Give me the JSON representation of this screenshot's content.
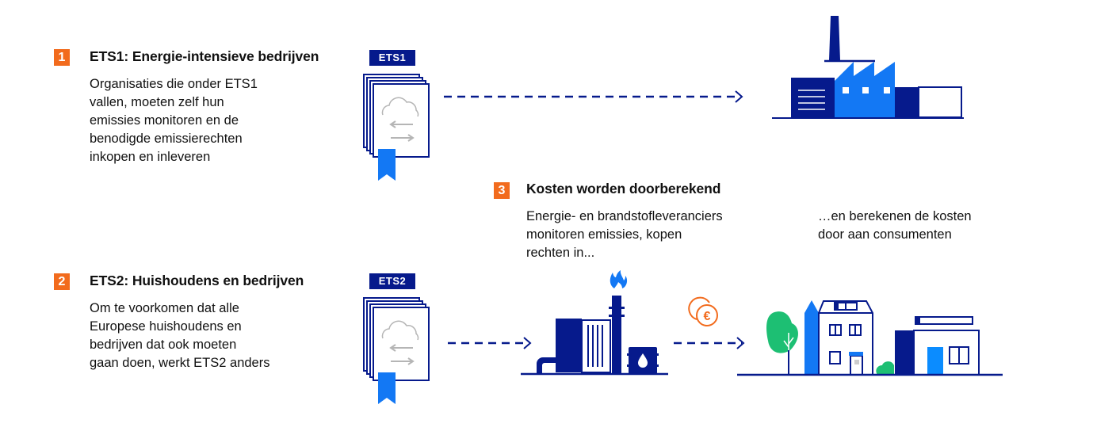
{
  "colors": {
    "orange": "#f26b1d",
    "navy": "#061a8c",
    "blue": "#1378f4",
    "light_blue": "#0b8cff",
    "green": "#1dbf73",
    "grey": "#b5b5b5"
  },
  "steps": [
    {
      "number": "1",
      "title": "ETS1: Energie-intensieve bedrijven",
      "body": [
        "Organisaties die onder ETS1",
        "vallen, moeten zelf hun",
        "emissies monitoren en de",
        "benodigde emissierechten",
        "inkopen en inleveren"
      ],
      "badge": "ETS1"
    },
    {
      "number": "2",
      "title": "ETS2: Huishoudens en bedrijven",
      "body": [
        "Om te voorkomen dat alle",
        "Europese huishoudens en",
        "bedrijven dat ook moeten",
        "gaan doen, werkt ETS2 anders"
      ],
      "badge": "ETS2"
    },
    {
      "number": "3",
      "title": "Kosten worden doorberekend",
      "body": [
        "Energie- en brandstofleveranciers",
        "monitoren emissies, kopen",
        "rechten in..."
      ],
      "body_right": [
        "…en berekenen de kosten",
        "door aan consumenten"
      ]
    }
  ],
  "icons": {
    "certificate": "certificate-stack-icon",
    "factory": "factory-icon",
    "refinery": "fuel-supplier-icon",
    "coins": "euro-coins-icon",
    "houses": "houses-icon",
    "arrow": "dashed-arrow-icon"
  }
}
